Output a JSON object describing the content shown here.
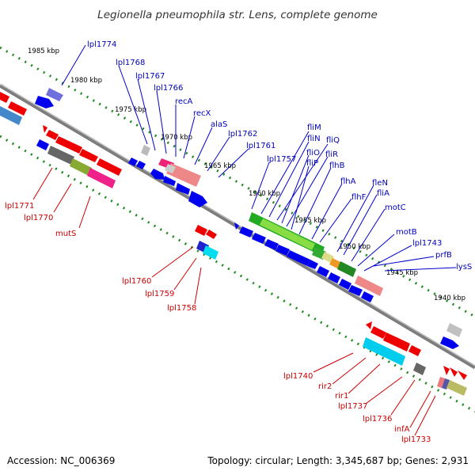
{
  "title": "Legionella pneumophila str. Lens, complete genome",
  "footer": {
    "accession": "Accession: NC_006369",
    "summary": "Topology: circular; Length: 3,345,687 bp; Genes: 2,931"
  },
  "scale_labels": [
    "1985 kbp",
    "1980 kbp",
    "1975 kbp",
    "1970 kbp",
    "1965 kbp",
    "1960 kbp",
    "1955 kbp",
    "1950 kbp",
    "1945 kbp",
    "1940 kbp"
  ],
  "forward_genes": [
    "lpl1774",
    "lpl1768",
    "lpl1767",
    "lpl1766",
    "recA",
    "recX",
    "alaS",
    "lpl1762",
    "lpl1761",
    "lpl1757",
    "fliM",
    "fliN",
    "fliQ",
    "fliO",
    "fliR",
    "fliP",
    "flhB",
    "flhA",
    "flhF",
    "fleN",
    "fliA",
    "motC",
    "motB",
    "lpl1743",
    "prfB",
    "lysS"
  ],
  "reverse_genes": [
    "lpl1771",
    "lpl1770",
    "mutS",
    "lpl1760",
    "lpl1759",
    "lpl1758",
    "lpl1740",
    "rir2",
    "rir1",
    "lpl1737",
    "lpl1736",
    "infA",
    "lpl1733"
  ],
  "colors": {
    "forward_label": "#0000bb",
    "reverse_label": "#cc0000",
    "forward_gene": "#0000ee",
    "reverse_gene": "#ee0000",
    "backbone": "#808080",
    "tick": "#228822"
  }
}
